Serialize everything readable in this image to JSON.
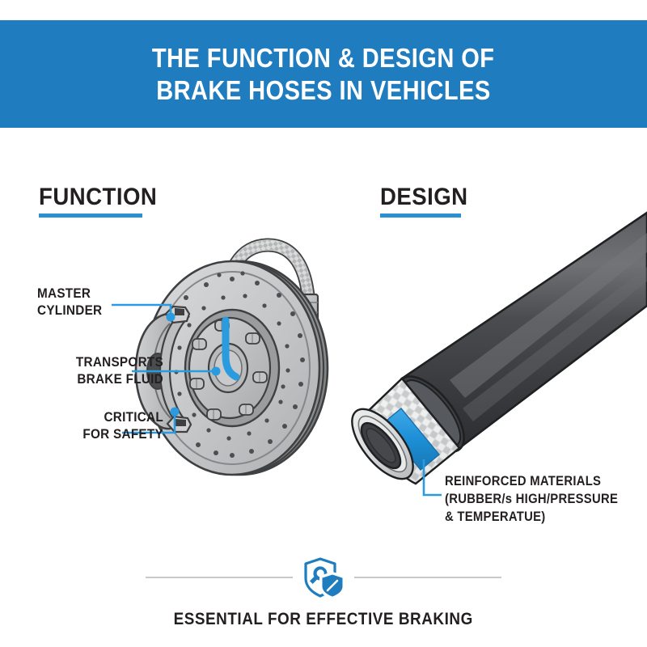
{
  "theme": {
    "banner_blue": "#1f7cbf",
    "accent_blue": "#2b9be0",
    "rule_blue": "#2b8fd4",
    "text_dark": "#231f20",
    "page_background": "#ffffff",
    "footer_rule_gray": "#c9c9c9"
  },
  "header": {
    "title_line_1": "THE FUNCTION & DESIGN OF",
    "title_line_2": "BRAKE HOSES IN VEHICLES"
  },
  "sections": {
    "function": {
      "heading": "FUNCTION",
      "callouts": [
        {
          "id": "master-cylinder",
          "line_1": "MASTER",
          "line_2": "CYLINDER"
        },
        {
          "id": "transports-brake-fluid",
          "line_1": "TRANSPORTS",
          "line_2": "BRAKE FLUID"
        },
        {
          "id": "critical-for-safety",
          "line_1": "CRITICAL",
          "line_2": "FOR SAFETY"
        }
      ],
      "illustration_name": "brake-rotor-caliper-hose-illustration"
    },
    "design": {
      "heading": "DESIGN",
      "callouts": [
        {
          "id": "reinforced-materials",
          "line_1": "REINFORCED MATERIALS",
          "line_2": "(RUBBER/s HIGH/PRESSURE",
          "line_3": "& TEMPERATUE)"
        }
      ],
      "illustration_name": "brake-hose-cutaway-illustration"
    }
  },
  "footer": {
    "icon_name": "shield-wrench-icon",
    "tagline": "ESSENTIAL FOR EFFECTIVE BRAKING"
  }
}
